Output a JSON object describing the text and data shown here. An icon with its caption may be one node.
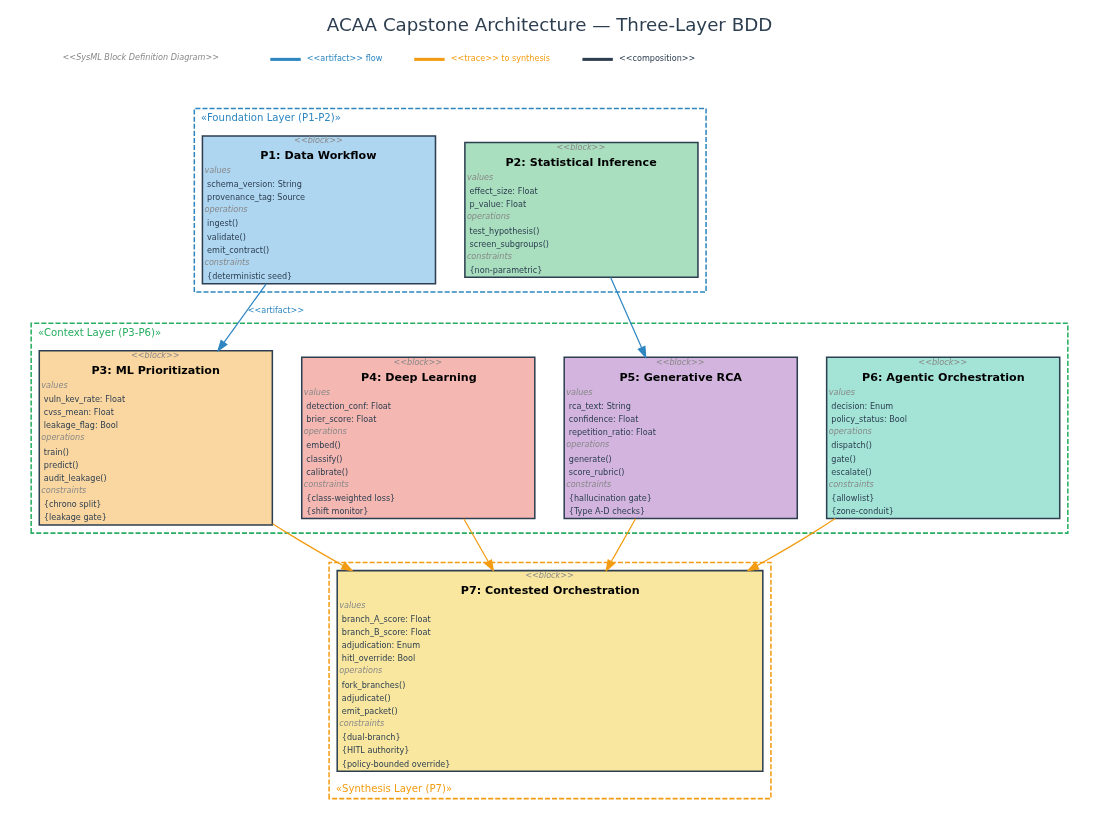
{
  "diagram": {
    "title": "ACAA Capstone Architecture — Three-Layer BDD",
    "nodes": [
      {
        "text": [
          "«Foundation Layer (P1-P2)»"
        ]
      },
      {
        "text": [
          "<<block>>",
          "P1: Data Workflow",
          "values",
          "schema_version: String",
          "provenance_tag: Source",
          "operations",
          "ingest()",
          "validate()",
          "emit_contract()",
          "constraints",
          "{deterministic seed}"
        ],
        "in": 0
      },
      {
        "text": [
          "<<block>>",
          "P2: Statistical Inference",
          "values",
          "effect_size: Float",
          "p_value: Float",
          "operations",
          "test_hypothesis()",
          "screen_subgroups()",
          "constraints",
          "{non-parametric}"
        ],
        "in": 0
      },
      {
        "text": [
          "«Context Layer (P3-P6)»"
        ]
      },
      {
        "text": [
          "<<block>>",
          "P3: ML Prioritization",
          "values",
          "vuln_kev_rate: Float",
          "cvss_mean: Float",
          "leakage_flag: Bool",
          "operations",
          "train()",
          "predict()",
          "audit_leakage()",
          "constraints",
          "{chrono split}",
          "{leakage gate}"
        ],
        "in": 3
      },
      {
        "text": [
          "<<block>>",
          "P4: Deep Learning",
          "values",
          "detection_conf: Float",
          "brier_score: Float",
          "operations",
          "embed()",
          "classify()",
          "calibrate()",
          "constraints",
          "{class-weighted loss}",
          "{shift monitor}"
        ],
        "in": 3
      },
      {
        "text": [
          "<<block>>",
          "P5: Generative RCA",
          "values",
          "rca_text: String",
          "confidence: Float",
          "repetition_ratio: Float",
          "operations",
          "generate()",
          "score_rubric()",
          "constraints",
          "{hallucination gate}",
          "{Type A-D checks}"
        ],
        "in": 3
      },
      {
        "text": [
          "<<block>>",
          "P6: Agentic Orchestration",
          "values",
          "decision: Enum",
          "policy_status: Bool",
          "operations",
          "dispatch()",
          "gate()",
          "escalate()",
          "constraints",
          "{allowlist}",
          "{zone-conduit}"
        ],
        "in": 3
      },
      {
        "text": [
          "«Synthesis Layer (P7)»"
        ]
      },
      {
        "text": [
          "<<block>>",
          "P7: Contested Orchestration",
          "values",
          "branch_A_score: Float",
          "branch_B_score: Float",
          "adjudication: Enum",
          "hitl_override: Bool",
          "operations",
          "fork_branches()",
          "adjudicate()",
          "emit_packet()",
          "constraints",
          "{dual-branch}",
          "{HITL authority}",
          "{policy-bounded override}"
        ],
        "in": 8
      }
    ],
    "edges": [
      {
        "from": 1,
        "to": 4,
        "arrow": "to",
        "label": "<<artifact>>",
        "color": "#2e86c1"
      },
      {
        "from": 2,
        "to": 6,
        "arrow": "to",
        "color": "#2e86c1"
      },
      {
        "from": 4,
        "to": 9,
        "arrow": "to"
      },
      {
        "from": 5,
        "to": 9,
        "arrow": "to"
      },
      {
        "from": 6,
        "to": 9,
        "arrow": "to"
      },
      {
        "from": 7,
        "to": 9,
        "arrow": "to"
      }
    ],
    "labels": [
      "<<SysML Block Definition Diagram>>"
    ],
    "legend": [
      {
        "text": "<<artifact>> flow"
      },
      {
        "text": "<<trace>> to synthesis"
      },
      {
        "text": "<<composition>>"
      }
    ]
  }
}
